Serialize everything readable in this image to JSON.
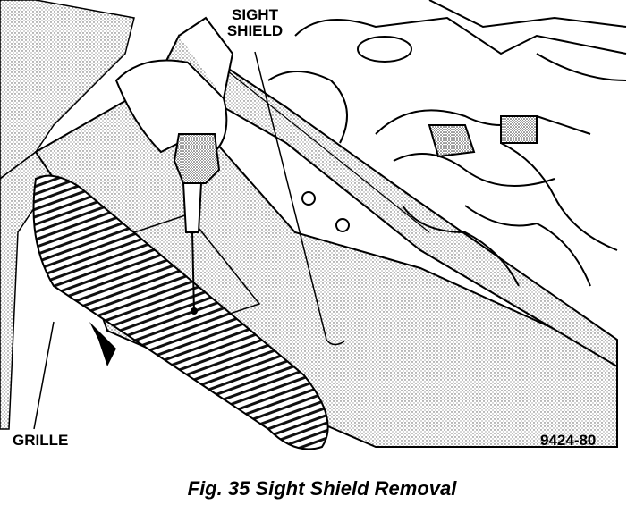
{
  "labels": {
    "sight_shield_line1": "SIGHT",
    "sight_shield_line2": "SHIELD",
    "grille": "GRILLE",
    "figure_number": "9424-80"
  },
  "caption": "Fig. 35 Sight Shield Removal"
}
